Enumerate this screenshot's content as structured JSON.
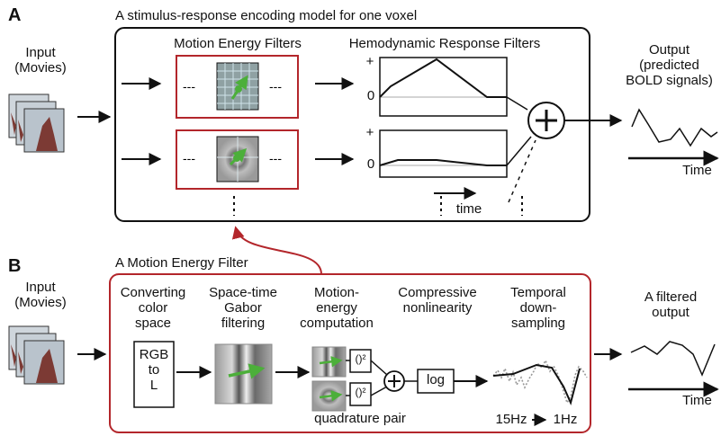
{
  "panelA": {
    "letter": "A",
    "title": "A stimulus-response encoding model for one voxel",
    "input_label": "Input\n(Movies)",
    "motion_header": "Motion Energy Filters",
    "hrf_header": "Hemodynamic Response Filters",
    "plus_mark": "+",
    "zero_mark": "0",
    "time_label": "time",
    "output_label": "Output\n(predicted\nBOLD signals)",
    "time_axis_label": "Time",
    "dashes": "---"
  },
  "panelB": {
    "letter": "B",
    "title": "A Motion Energy Filter",
    "input_label": "Input\n(Movies)",
    "steps": [
      "Converting\ncolor\nspace",
      "Space-time\nGabor\nfiltering",
      "Motion-\nenergy\ncomputation",
      "Compressive\nnonlinearity",
      "Temporal\ndown-\nsampling"
    ],
    "rgb_box": "RGB\nto\nL",
    "square_op": "()²",
    "log_box": "log",
    "quad_label": "quadrature pair",
    "rate_from": "15Hz",
    "rate_to": "1Hz",
    "output_label": "A filtered\noutput",
    "time_axis_label": "Time"
  },
  "colors": {
    "red": "#b3262b",
    "green": "#4caf3a",
    "line": "#111111"
  }
}
